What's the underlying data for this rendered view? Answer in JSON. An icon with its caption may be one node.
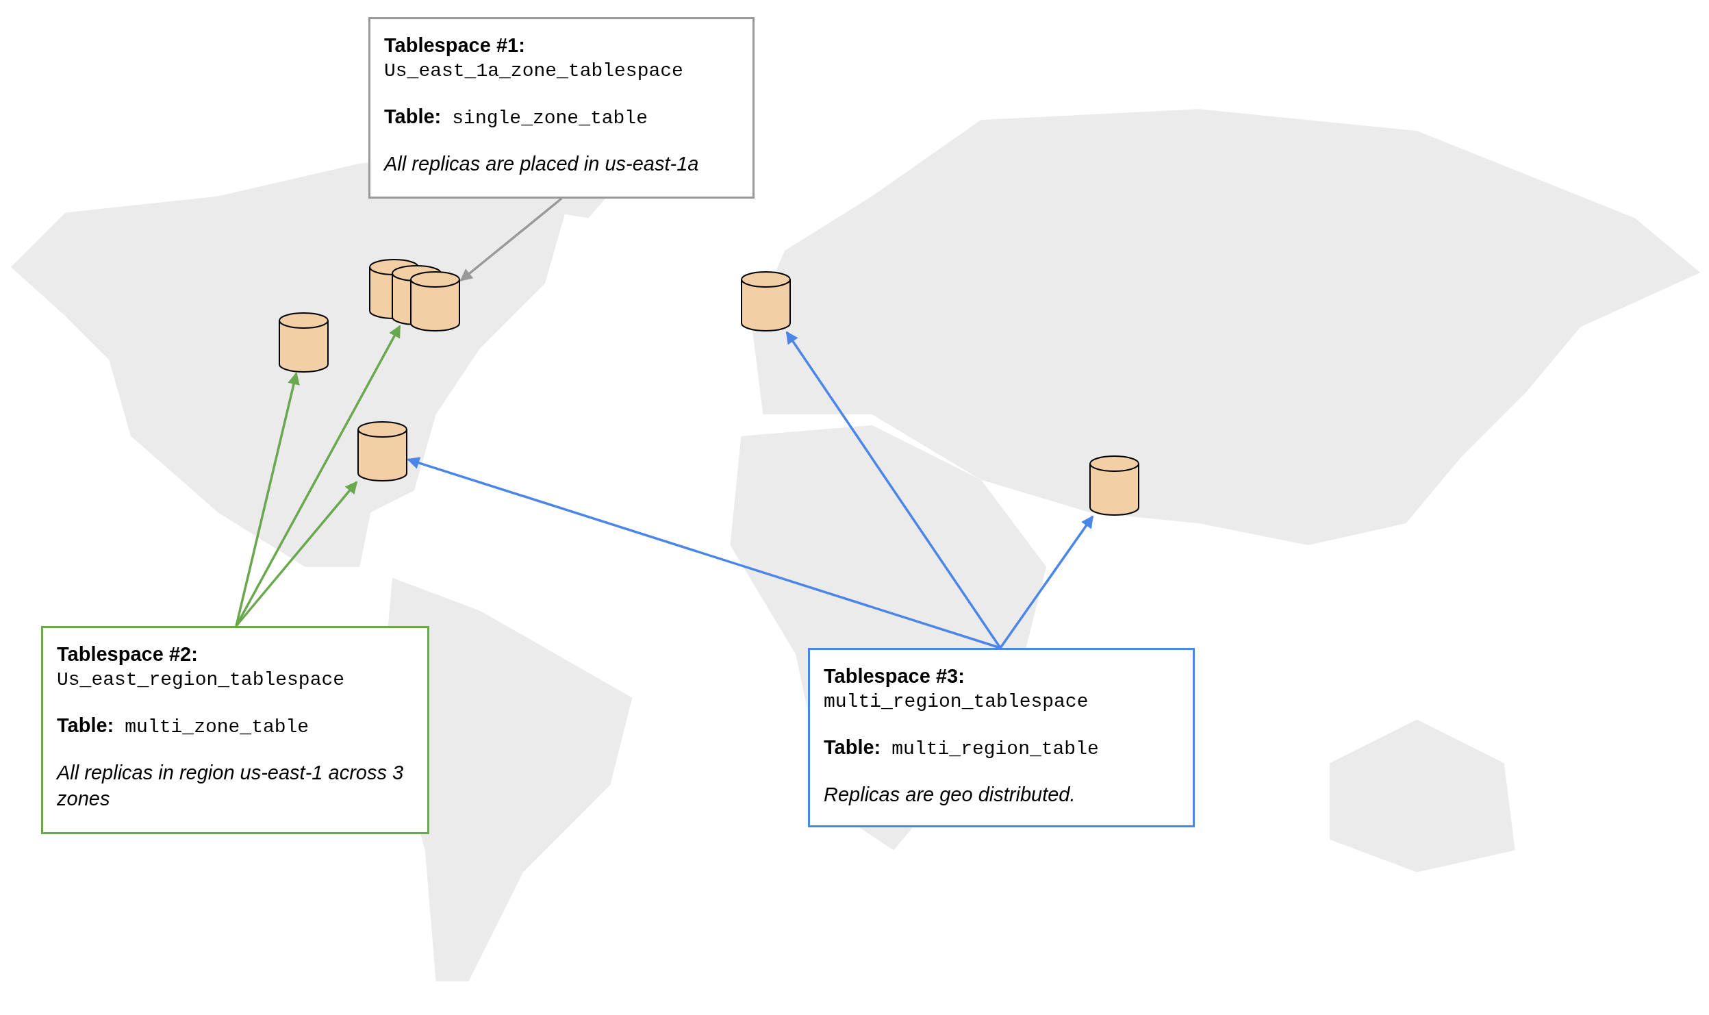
{
  "diagram": {
    "nodes": [
      {
        "text": [
          "Tablespace #1:",
          "Us_east_1a_zone_tablespace",
          "Table:",
          "single_zone_table",
          "All replicas are placed in us-east-1a"
        ]
      },
      {
        "text": [],
        "shape": "cylinder"
      },
      {
        "text": [],
        "shape": "cylinder"
      },
      {
        "text": [],
        "shape": "cylinder"
      },
      {
        "text": [],
        "shape": "cylinder"
      },
      {
        "text": [],
        "shape": "cylinder"
      },
      {
        "text": [],
        "shape": "cylinder"
      },
      {
        "text": [],
        "shape": "cylinder"
      },
      {
        "text": [
          "Tablespace #2:",
          "Us_east_region_tablespace",
          "Table:",
          "multi_zone_table",
          "All replicas in region us-east-1 across 3 zones"
        ]
      },
      {
        "text": [
          "Tablespace #3:",
          "multi_region_tablespace",
          "Table:",
          "multi_region_table",
          "Replicas are geo distributed."
        ]
      }
    ],
    "edges": [
      {
        "from": 0,
        "to": 3,
        "arrow": "to",
        "color": "#999999"
      },
      {
        "from": 8,
        "to": 4,
        "arrow": "to",
        "color": "#6aa84f"
      },
      {
        "from": 8,
        "to": 2,
        "arrow": "to",
        "color": "#6aa84f"
      },
      {
        "from": 8,
        "to": 6,
        "arrow": "to",
        "color": "#6aa84f"
      },
      {
        "from": 9,
        "to": 6,
        "arrow": "to",
        "color": "#4a86e8"
      },
      {
        "from": 9,
        "to": 5,
        "arrow": "to",
        "color": "#4a86e8"
      },
      {
        "from": 9,
        "to": 7,
        "arrow": "to",
        "color": "#4a86e8"
      }
    ]
  }
}
